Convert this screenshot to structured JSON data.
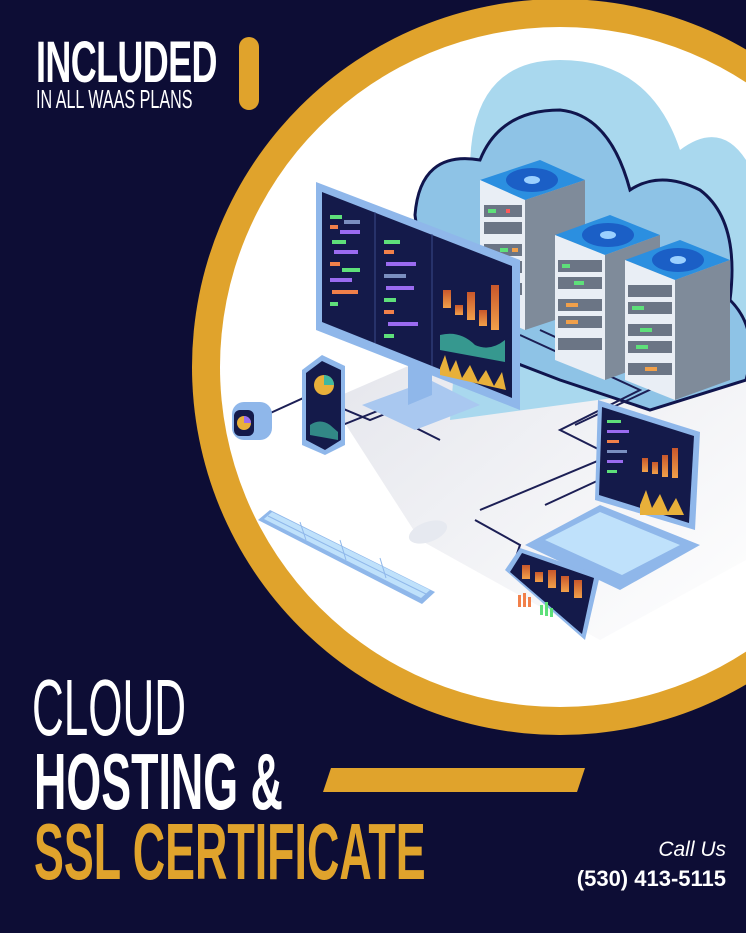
{
  "badge": {
    "title": "INCLUDED",
    "subtitle": "IN ALL WAAS PLANS"
  },
  "headline": {
    "line1": "CLOUD",
    "line2": "HOSTING &",
    "line3": "SSL CERTIFICATE"
  },
  "contact": {
    "label": "Call Us",
    "phone": "(530) 413-5115"
  },
  "illustration": {
    "items": [
      "server-rack",
      "server-rack",
      "server-rack",
      "cloud",
      "desktop-monitor",
      "smartphone",
      "smartwatch",
      "laptop",
      "tablet",
      "keyboard",
      "mouse",
      "network-cables"
    ]
  },
  "colors": {
    "background": "#0d0d35",
    "accent_gold": "#e0a32c",
    "text_white": "#ffffff",
    "circle_fill": "#ffffff",
    "device_blue": "#8fb7ea",
    "screen_dark": "#141a4a",
    "cloud_light": "#a9d8ee"
  }
}
